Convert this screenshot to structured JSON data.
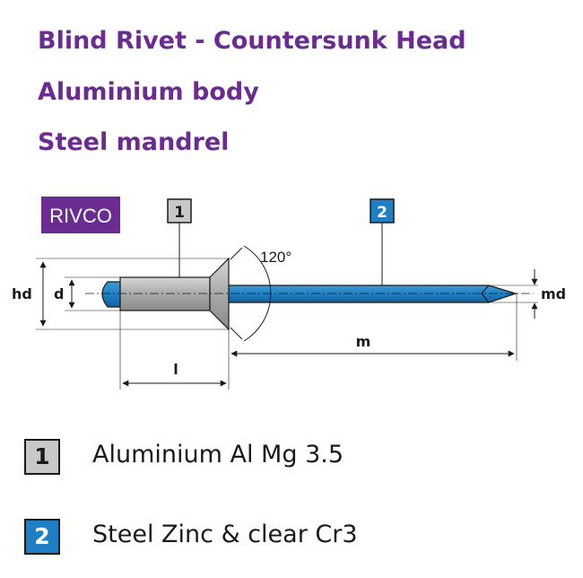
{
  "header": {
    "title_line1": "Blind Rivet - Countersunk Head",
    "title_line2": "Aluminium body",
    "title_line3": "Steel mandrel"
  },
  "diagram": {
    "logo_text": "RIVCO",
    "callout1": "1",
    "callout2": "2",
    "angle_label": "120°",
    "dim_hd": "hd",
    "dim_d": "d",
    "dim_md": "md",
    "dim_l": "l",
    "dim_m": "m"
  },
  "legend": [
    {
      "number": "1",
      "text": "Aluminium Al Mg 3.5"
    },
    {
      "number": "2",
      "text": "Steel Zinc & clear Cr3"
    }
  ],
  "colors": {
    "title": "#6a2c91",
    "logo_background": "#6a2c91",
    "body": "#a9a9a9",
    "mandrel": "#1f7fc4"
  }
}
